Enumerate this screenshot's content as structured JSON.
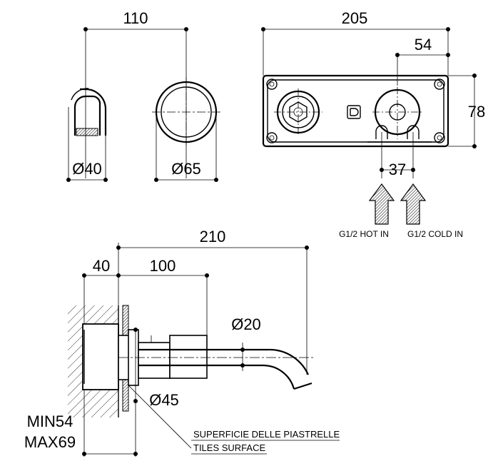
{
  "dimensions": {
    "spout_spacing": "110",
    "spout_diameter": "Ø40",
    "handle_diameter": "Ø65",
    "plate_width": "205",
    "plate_offset": "54",
    "plate_height": "78",
    "inlet_spacing": "37",
    "overall_length": "210",
    "wall_depth": "40",
    "spout_length": "100",
    "pipe_diameter": "Ø20",
    "flange_diameter": "Ø45",
    "min_depth": "MIN54",
    "max_depth": "MAX69"
  },
  "inlets": {
    "hot": "G1/2 HOT IN",
    "cold": "G1/2 COLD IN"
  },
  "notes": {
    "tiles_it": "SUPERFICIE DELLE PIASTRELLE",
    "tiles_en": "TILES SURFACE"
  }
}
